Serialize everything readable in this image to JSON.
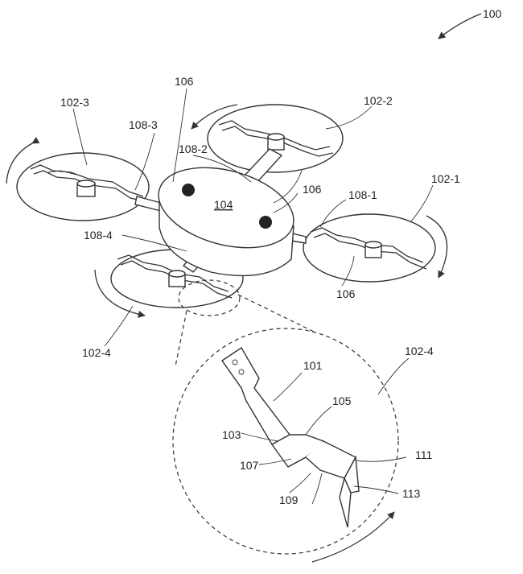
{
  "figure": {
    "ref_main": "100",
    "ref_frame": "104",
    "ref_rotors": [
      "102-1",
      "102-2",
      "102-3",
      "102-4"
    ],
    "ref_detail_rotor": "102-4",
    "ref_arms": [
      "108-1",
      "108-2",
      "108-3",
      "108-4"
    ],
    "ref_sensor": "106",
    "ref_blade_parts": [
      "101",
      "103",
      "105",
      "107",
      "109",
      "111",
      "113"
    ]
  }
}
